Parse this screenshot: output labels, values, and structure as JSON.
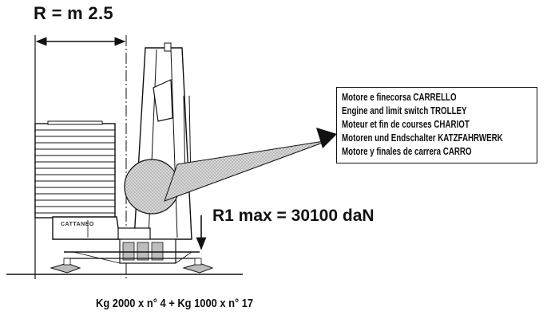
{
  "radius": {
    "label": "R = m 2.5"
  },
  "reaction": {
    "label": "R1 max = 30100 daN"
  },
  "ballast": {
    "label": "Kg 2000 x n° 4 + Kg 1000 x n° 17"
  },
  "callout": {
    "lines": [
      "Motore e finecorsa CARRELLO",
      "Engine and limit switch TROLLEY",
      "Moteur et fin de courses CHARIOT",
      "Motoren und Endschalter KATZFAHRWERK",
      "Motore y finales de carrera CARRO"
    ]
  },
  "logo": {
    "text": "CATTANEO"
  },
  "colors": {
    "ink": "#111111",
    "shade": "#bdbdbd",
    "paper": "#ffffff"
  }
}
